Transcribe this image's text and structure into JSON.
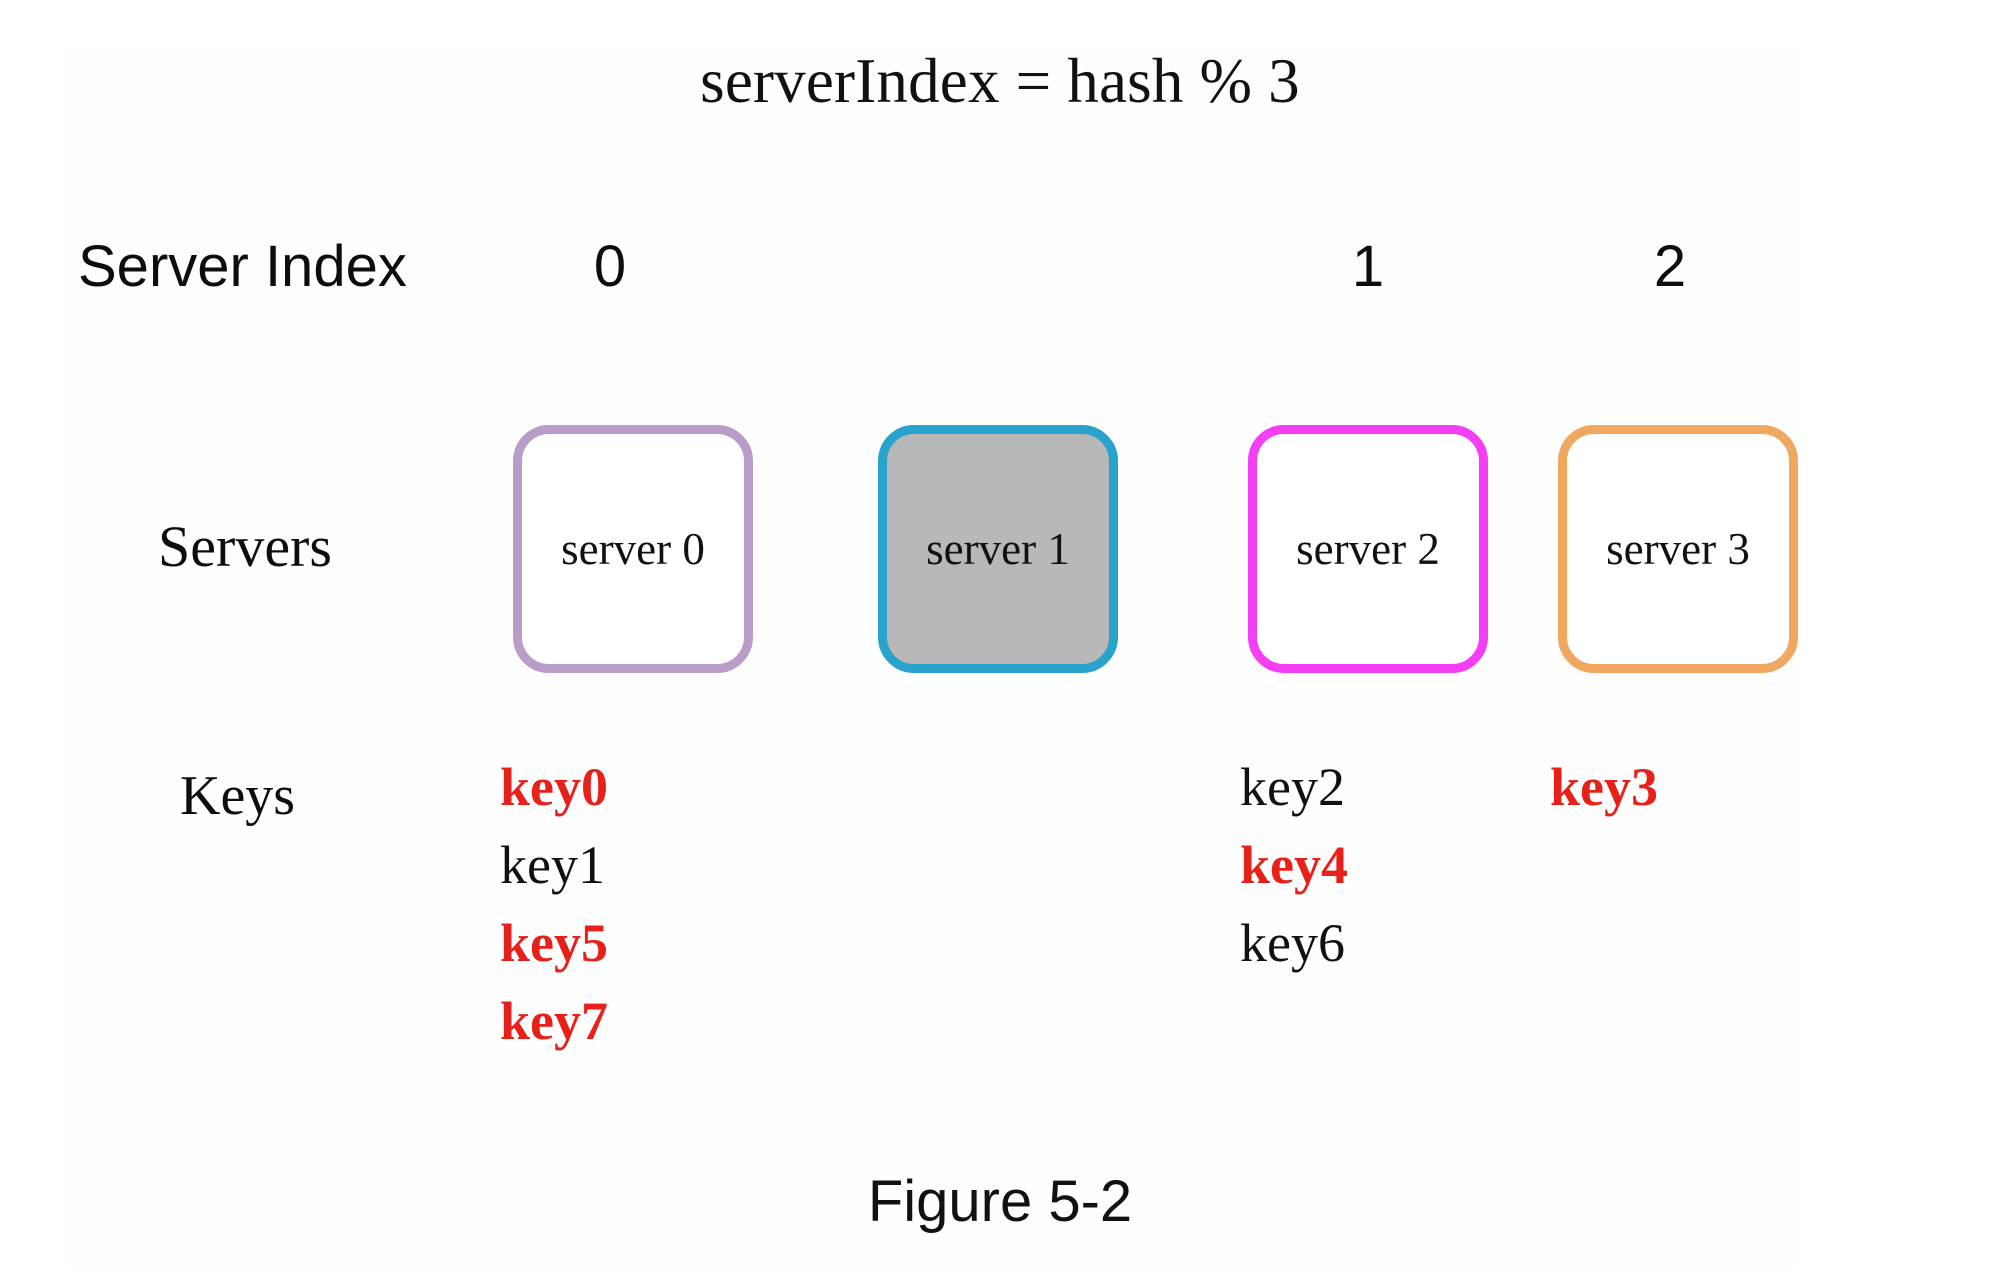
{
  "figure": {
    "title": "serverIndex = hash % 3",
    "caption": "Figure 5-2",
    "background_color": "#ffffff",
    "highlight_color": "#e8201a",
    "text_color": "#111111"
  },
  "labels": {
    "server_index": "Server Index",
    "servers": "Servers",
    "keys": "Keys"
  },
  "server_indices": [
    {
      "value": "0"
    },
    {
      "value": "1"
    },
    {
      "value": "2"
    }
  ],
  "servers": [
    {
      "label": "server 0",
      "border_color": "#b99dc8",
      "fill_color": "#ffffff",
      "state": "active",
      "server_index": "0"
    },
    {
      "label": "server 1",
      "border_color": "#29a3cc",
      "fill_color": "#b8b8b8",
      "state": "offline",
      "server_index": ""
    },
    {
      "label": "server 2",
      "border_color": "#f43ef4",
      "fill_color": "#ffffff",
      "state": "active",
      "server_index": "1"
    },
    {
      "label": "server 3",
      "border_color": "#f0a860",
      "fill_color": "#ffffff",
      "state": "active",
      "server_index": "2"
    }
  ],
  "key_columns": [
    {
      "under": "server 0",
      "keys": [
        {
          "label": "key0",
          "highlighted": true
        },
        {
          "label": "key1",
          "highlighted": false
        },
        {
          "label": "key5",
          "highlighted": true
        },
        {
          "label": "key7",
          "highlighted": true
        }
      ]
    },
    {
      "under": "server 1",
      "keys": []
    },
    {
      "under": "server 2",
      "keys": [
        {
          "label": "key2",
          "highlighted": false
        },
        {
          "label": "key4",
          "highlighted": true
        },
        {
          "label": "key6",
          "highlighted": false
        }
      ]
    },
    {
      "under": "server 3",
      "keys": [
        {
          "label": "key3",
          "highlighted": true
        }
      ]
    }
  ]
}
